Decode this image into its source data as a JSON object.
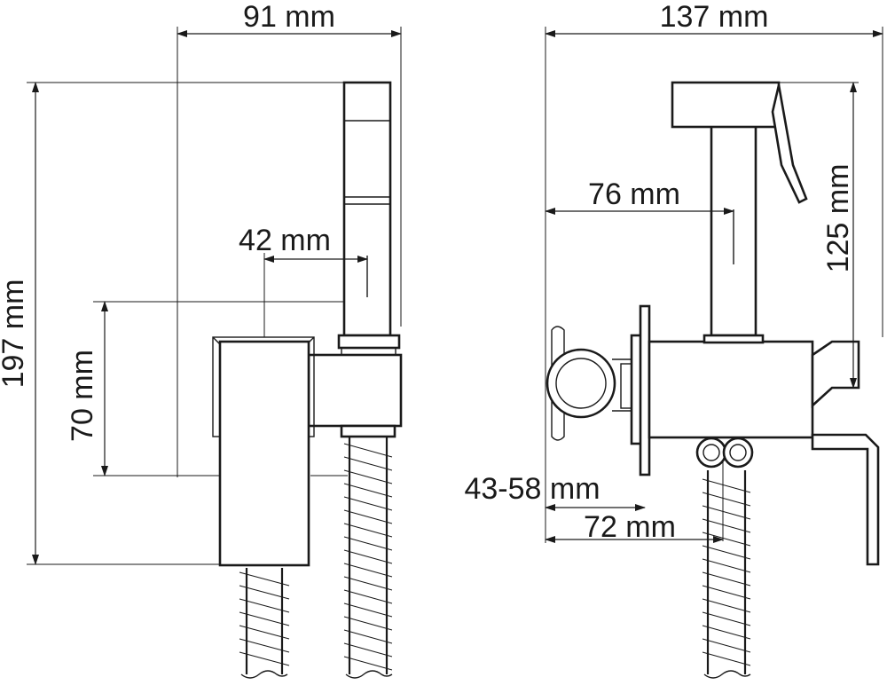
{
  "dimensions": {
    "left_view": {
      "width": "91 mm",
      "height": "197 mm",
      "hose_offset": "42 mm",
      "mount_height": "70 mm"
    },
    "right_view": {
      "depth": "137 mm",
      "holder_depth": "76 mm",
      "holder_height": "125 mm",
      "wall_range": "43-58 mm",
      "outlet_depth": "72 mm"
    }
  }
}
